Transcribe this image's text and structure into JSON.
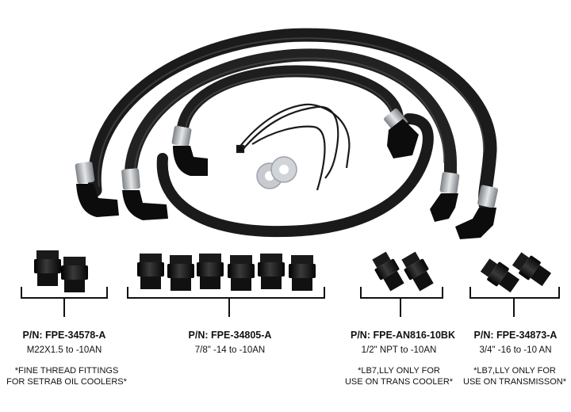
{
  "groups": [
    {
      "pn": "P/N: FPE-34578-A",
      "spec": "M22X1.5 to -10AN",
      "note_line1": "*FINE THREAD FITTINGS",
      "note_line2": "FOR SETRAB OIL COOLERS*"
    },
    {
      "pn": "P/N: FPE-34805-A",
      "spec": "7/8\" -14 to -10AN",
      "note_line1": "",
      "note_line2": ""
    },
    {
      "pn": "P/N: FPE-AN816-10BK",
      "spec": "1/2\" NPT to -10AN",
      "note_line1": "*LB7,LLY ONLY FOR",
      "note_line2": "USE ON TRANS COOLER*"
    },
    {
      "pn": "P/N: FPE-34873-A",
      "spec": "3/4\" -16 to -10 AN",
      "note_line1": "*LB7,LLY ONLY FOR",
      "note_line2": "USE ON TRANSMISSON*"
    }
  ],
  "colors": {
    "hose": "#1c1c1c",
    "fitting": "#0d0d0d",
    "crimp": "#b9bcc0",
    "washer": "#c8ccd1"
  }
}
